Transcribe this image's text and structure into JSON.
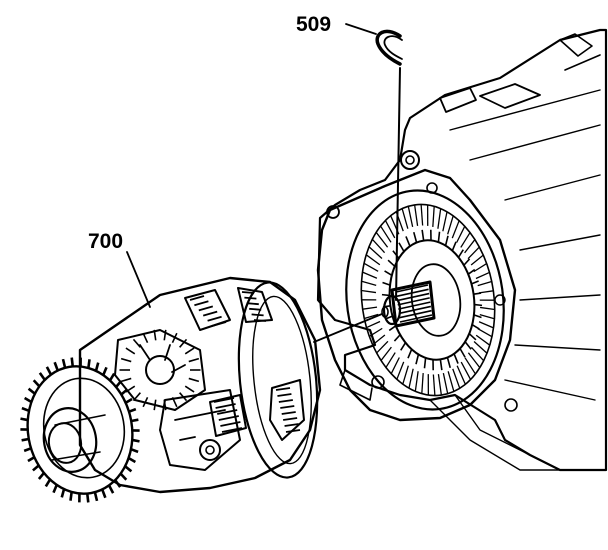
{
  "diagram": {
    "callouts": [
      {
        "id": "509",
        "label": "509"
      },
      {
        "id": "700",
        "label": "700"
      }
    ]
  }
}
